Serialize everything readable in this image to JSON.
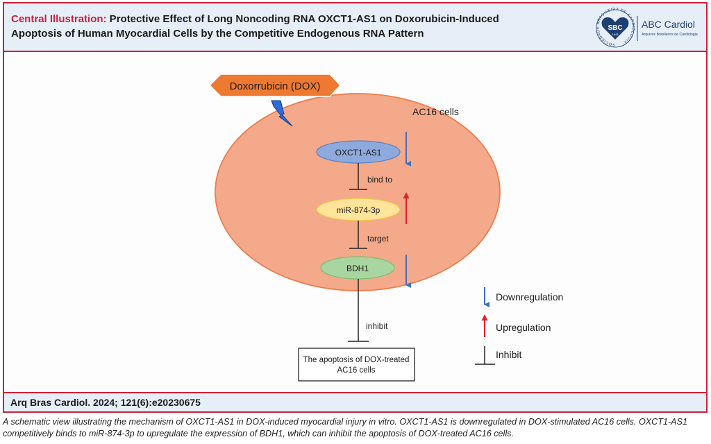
{
  "header": {
    "title_prefix": "Central Illustration:",
    "title_line1": " Protective Effect of Long Noncoding RNA OXCT1-AS1 on Doxorubicin-Induced",
    "title_line2": "Apoptosis of Human Myocardial Cells by the Competitive Endogenous RNA Pattern",
    "logo": {
      "ring_text": "SOCIEDADE BRASILEIRA DE CARDIOLOGIA",
      "badge": "SBC",
      "year": "1943",
      "journal_name": "ABC Cardiol",
      "journal_subtitle": "Arquivos Brasileiros de Cardiologia"
    }
  },
  "diagram": {
    "drug_label": "Doxorrubicin (DOX)",
    "cell_label": "AC16 cells",
    "nodes": {
      "oxct1": "OXCT1-AS1",
      "mir": "miR-874-3p",
      "bdh1": "BDH1"
    },
    "edges": {
      "bind": "bind to",
      "target": "target",
      "inhibit": "inhibit"
    },
    "outcome_line1": "The apoptosis of DOX-treated",
    "outcome_line2": "AC16 cells",
    "legend": {
      "down": "Downregulation",
      "up": "Upregulation",
      "inhibit": "Inhibit"
    },
    "colors": {
      "cell_fill": "#f4a98a",
      "cell_stroke": "#ef7d4c",
      "drug_fill": "#ee7a32",
      "oxct1_fill": "#8ea9db",
      "mir_fill": "#ffe49a",
      "bdh1_fill": "#a9d6a0",
      "down_arrow": "#3f6fc4",
      "up_arrow": "#e41f26",
      "bolt": "#2e6bd6",
      "accent": "#cc1f3a"
    }
  },
  "footer": {
    "citation": "Arq Bras Cardiol. 2024; 121(6):e20230675"
  },
  "caption": "A schematic view illustrating the mechanism of OXCT1-AS1 in DOX-induced myocardial injury in vitro. OXCT1-AS1 is downregulated in DOX-stimulated AC16 cells. OXCT1-AS1 competitively binds to miR-874-3p to upregulate the expression of BDH1, which can inhibit the apoptosis of DOX-treated AC16 cells."
}
